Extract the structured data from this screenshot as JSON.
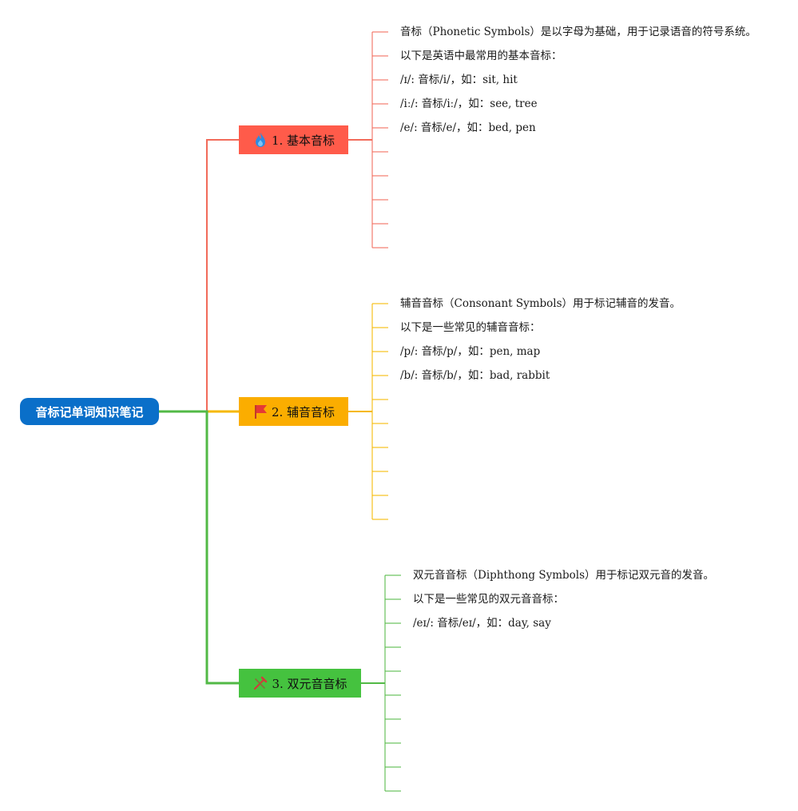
{
  "root": {
    "title": "音标记单词知识笔记"
  },
  "branches": [
    {
      "label": "1. 基本音标",
      "color": "#ff5b4a",
      "line_color": "#f26b5a",
      "icon": "fire-icon",
      "items": [
        "音标（Phonetic Symbols）是以字母为基础，用于记录语音的符号系统。",
        "以下是英语中最常用的基本音标：",
        "/ɪ/: 音标/i/，如：sit, hit",
        "/iː/: 音标/iː/，如：see, tree",
        "/e/: 音标/e/，如：bed, pen",
        "",
        "",
        "",
        "",
        ""
      ]
    },
    {
      "label": "2. 辅音音标",
      "color": "#fbad00",
      "line_color": "#f6b800",
      "icon": "flag-icon",
      "items": [
        "辅音音标（Consonant Symbols）用于标记辅音的发音。",
        "以下是一些常见的辅音音标：",
        "/p/: 音标/p/，如：pen, map",
        "/b/: 音标/b/，如：bad, rabbit",
        "",
        "",
        "",
        "",
        "",
        ""
      ]
    },
    {
      "label": "3. 双元音音标",
      "color": "#45c23f",
      "line_color": "#52b946",
      "icon": "tools-icon",
      "items": [
        "双元音音标（Diphthong Symbols）用于标记双元音的发音。",
        "以下是一些常见的双元音音标：",
        "/eɪ/: 音标/eɪ/，如：day, say",
        "",
        "",
        "",
        "",
        "",
        "",
        ""
      ]
    }
  ]
}
